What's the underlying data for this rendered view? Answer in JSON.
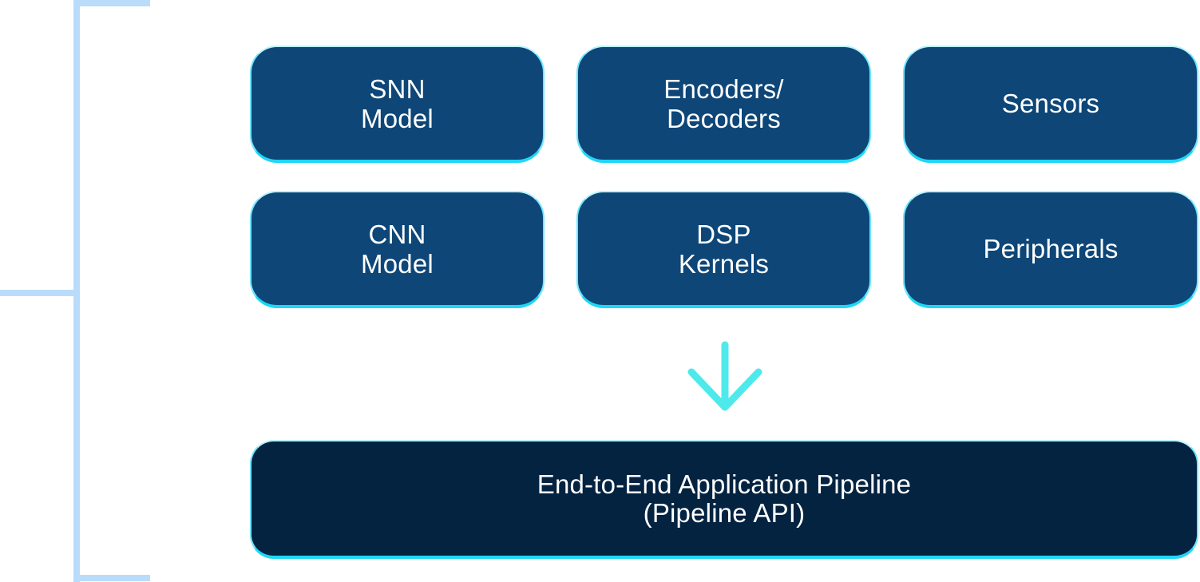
{
  "diagram": {
    "components": [
      {
        "id": "snn-model",
        "label": "SNN\nModel"
      },
      {
        "id": "encoders-decoders",
        "label": "Encoders/\nDecoders"
      },
      {
        "id": "sensors",
        "label": "Sensors"
      },
      {
        "id": "cnn-model",
        "label": "CNN\nModel"
      },
      {
        "id": "dsp-kernels",
        "label": "DSP\nKernels"
      },
      {
        "id": "peripherals",
        "label": "Peripherals"
      }
    ],
    "arrow": {
      "direction": "down",
      "icon": "arrow-down-icon"
    },
    "pipeline": {
      "label": "End-to-End Application Pipeline\n(Pipeline API)"
    },
    "colors": {
      "component_fill": "#0d4677",
      "pipeline_fill": "#032341",
      "border_glow": "#1ed7f5",
      "arrow": "#4eeaeb",
      "bracket": "#b9dcfb",
      "text": "#ffffff"
    }
  }
}
